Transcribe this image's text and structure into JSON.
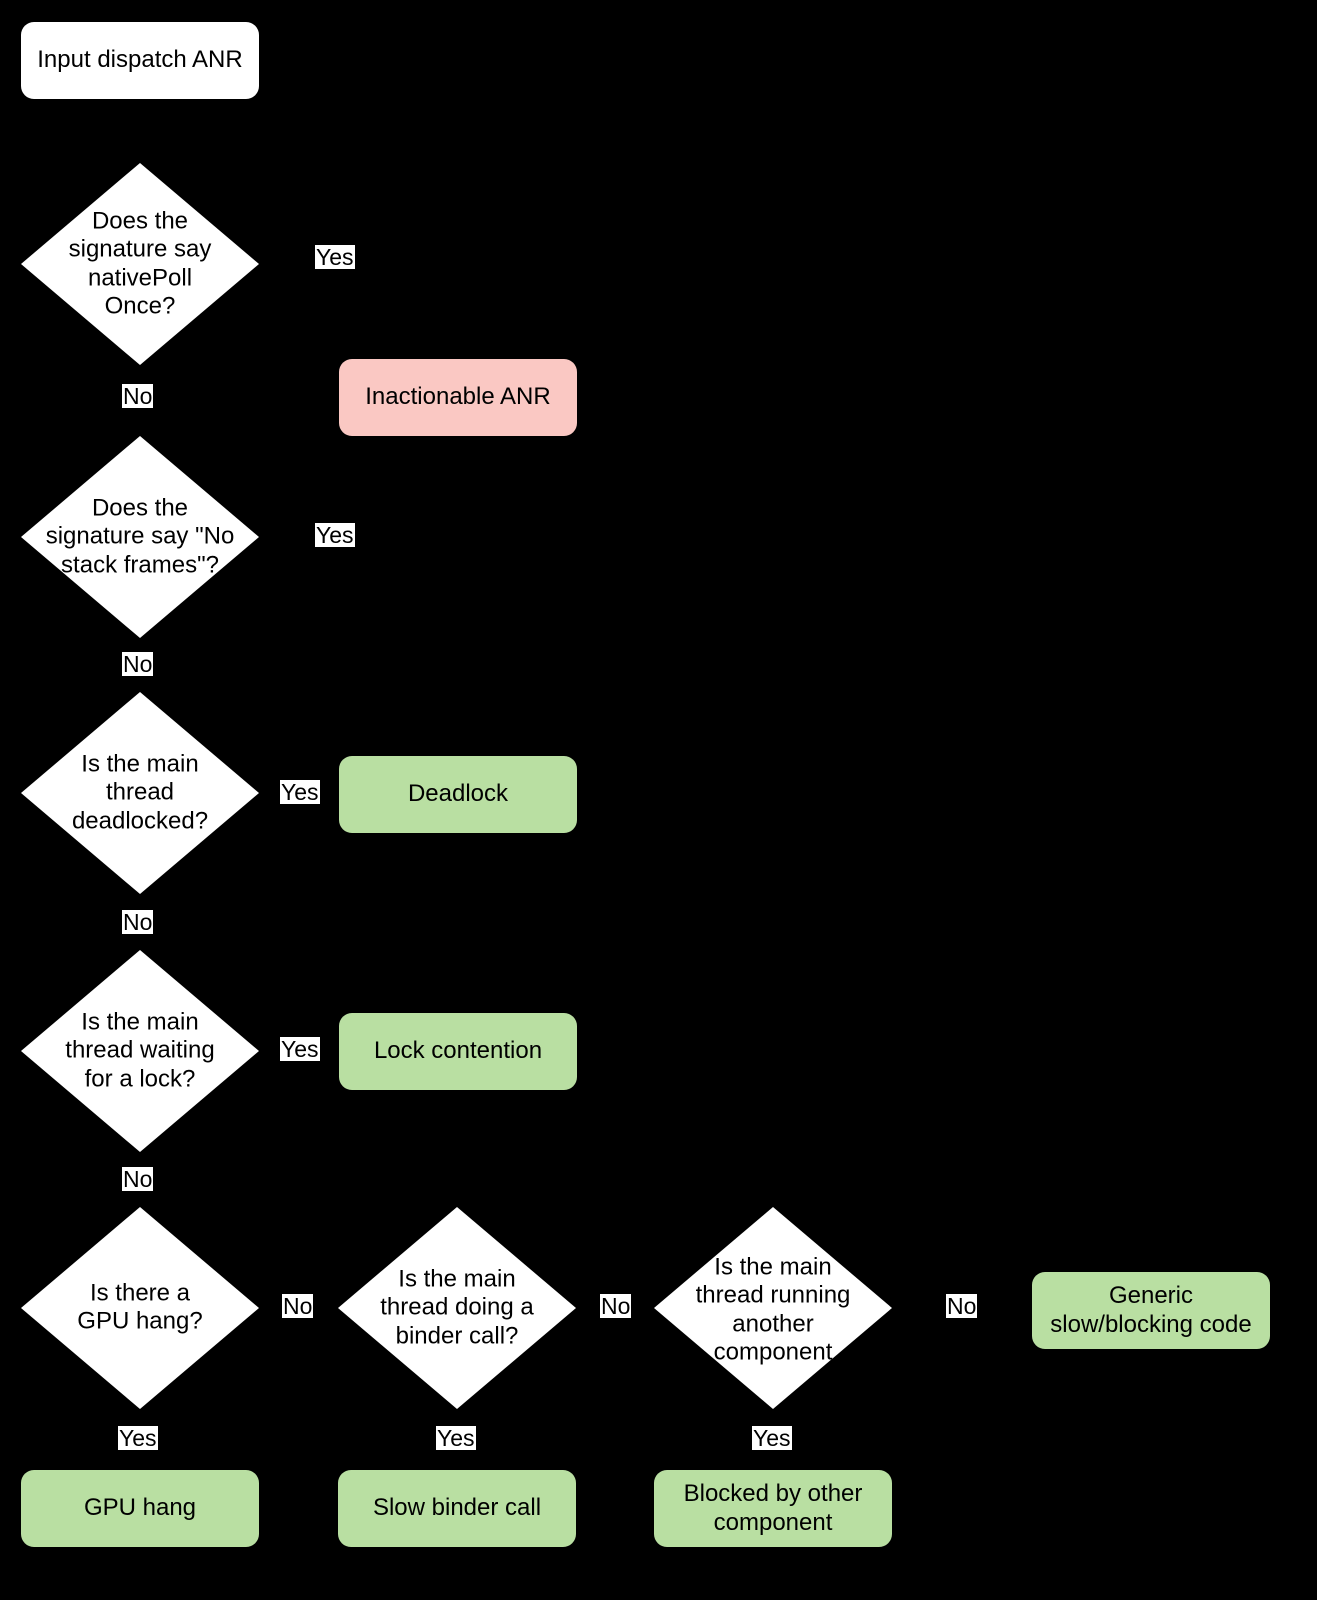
{
  "diagram": {
    "title": "Input dispatch ANR triage flowchart",
    "background": "#000000",
    "colors": {
      "start_fill": "#ffffff",
      "decision_fill": "#ffffff",
      "inactionable_fill": "#fac8c3",
      "outcome_fill": "#b9dfa2",
      "text": "#000000",
      "label_fill": "#ffffff"
    },
    "nodes": {
      "start": "Input dispatch ANR",
      "d1": "Does the\nsignature say\nnativePoll\nOnce?",
      "d2": "Does the\nsignature say \"No\nstack frames\"?",
      "d3": "Is the main\nthread\ndeadlocked?",
      "d4": "Is the main\nthread waiting\nfor a lock?",
      "d5": "Is there a\nGPU hang?",
      "d6": "Is the main\nthread doing a\nbinder call?",
      "d7": "Is the main\nthread running\nanother\ncomponent",
      "o_inactionable": "Inactionable ANR",
      "o_deadlock": "Deadlock",
      "o_lock": "Lock contention",
      "o_generic": "Generic\nslow/blocking code",
      "o_gpu": "GPU hang",
      "o_binder": "Slow binder call",
      "o_blocked": "Blocked by other\ncomponent"
    },
    "edge_labels": {
      "d1_yes": "Yes",
      "d1_no": "No",
      "d2_yes": "Yes",
      "d2_no": "No",
      "d3_yes": "Yes",
      "d3_no": "No",
      "d4_yes": "Yes",
      "d4_no": "No",
      "d5_no": "No",
      "d5_yes": "Yes",
      "d6_no": "No",
      "d6_yes": "Yes",
      "d7_no": "No",
      "d7_yes": "Yes"
    }
  }
}
